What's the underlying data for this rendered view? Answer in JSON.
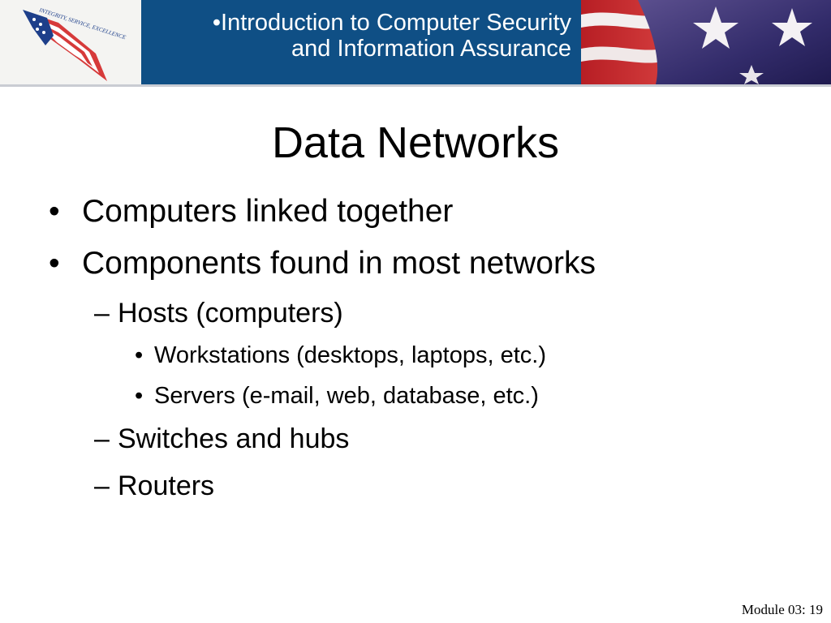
{
  "header": {
    "title_line1": "•Introduction to Computer Security",
    "title_line2": "and Information Assurance",
    "logo_text": "INTEGRITY, SERVICE, EXCELLENCE"
  },
  "slide": {
    "title": "Data Networks",
    "bullets": [
      {
        "marker": "•",
        "text": "Computers linked together"
      },
      {
        "marker": "•",
        "text": "Components found in most networks"
      },
      {
        "marker": "–",
        "text": "Hosts (computers)"
      },
      {
        "marker": "•",
        "text": "Workstations (desktops, laptops, etc.)"
      },
      {
        "marker": "•",
        "text": "Servers (e-mail, web, database, etc.)"
      },
      {
        "marker": "–",
        "text": "Switches and hubs"
      },
      {
        "marker": "–",
        "text": "Routers"
      }
    ]
  },
  "footer": {
    "text": "Module 03: 19"
  },
  "colors": {
    "banner_blue": "#0f4f85",
    "flag_red": "#c8262b",
    "flag_blue": "#3a3573"
  }
}
